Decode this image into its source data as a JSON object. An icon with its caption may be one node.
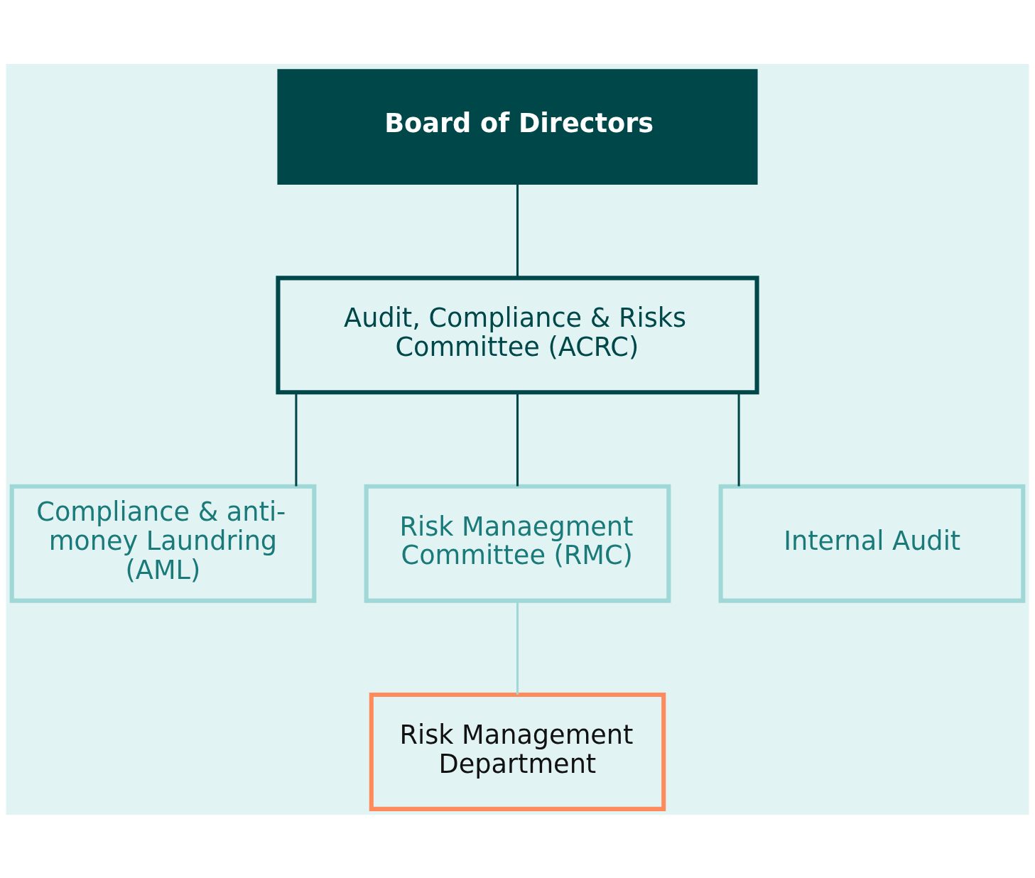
{
  "diagram": {
    "nodes": [
      {
        "text": [
          "Board of Directors"
        ]
      },
      {
        "text": [
          "Audit, Compliance & Risks Committee (ACRC)"
        ]
      },
      {
        "text": [
          "Compliance & anti-money Laundring (AML)"
        ]
      },
      {
        "text": [
          "Risk Manaegment Committee (RMC)"
        ]
      },
      {
        "text": [
          "Internal Audit"
        ]
      },
      {
        "text": [
          "Risk Management Department"
        ]
      }
    ],
    "edges": [
      {
        "from": 0,
        "to": 1,
        "arrow": "none"
      },
      {
        "from": 1,
        "to": 2,
        "arrow": "none"
      },
      {
        "from": 1,
        "to": 3,
        "arrow": "none"
      },
      {
        "from": 1,
        "to": 4,
        "arrow": "none"
      },
      {
        "from": 3,
        "to": 5,
        "arrow": "none",
        "color": "#a0d8d8"
      }
    ]
  }
}
